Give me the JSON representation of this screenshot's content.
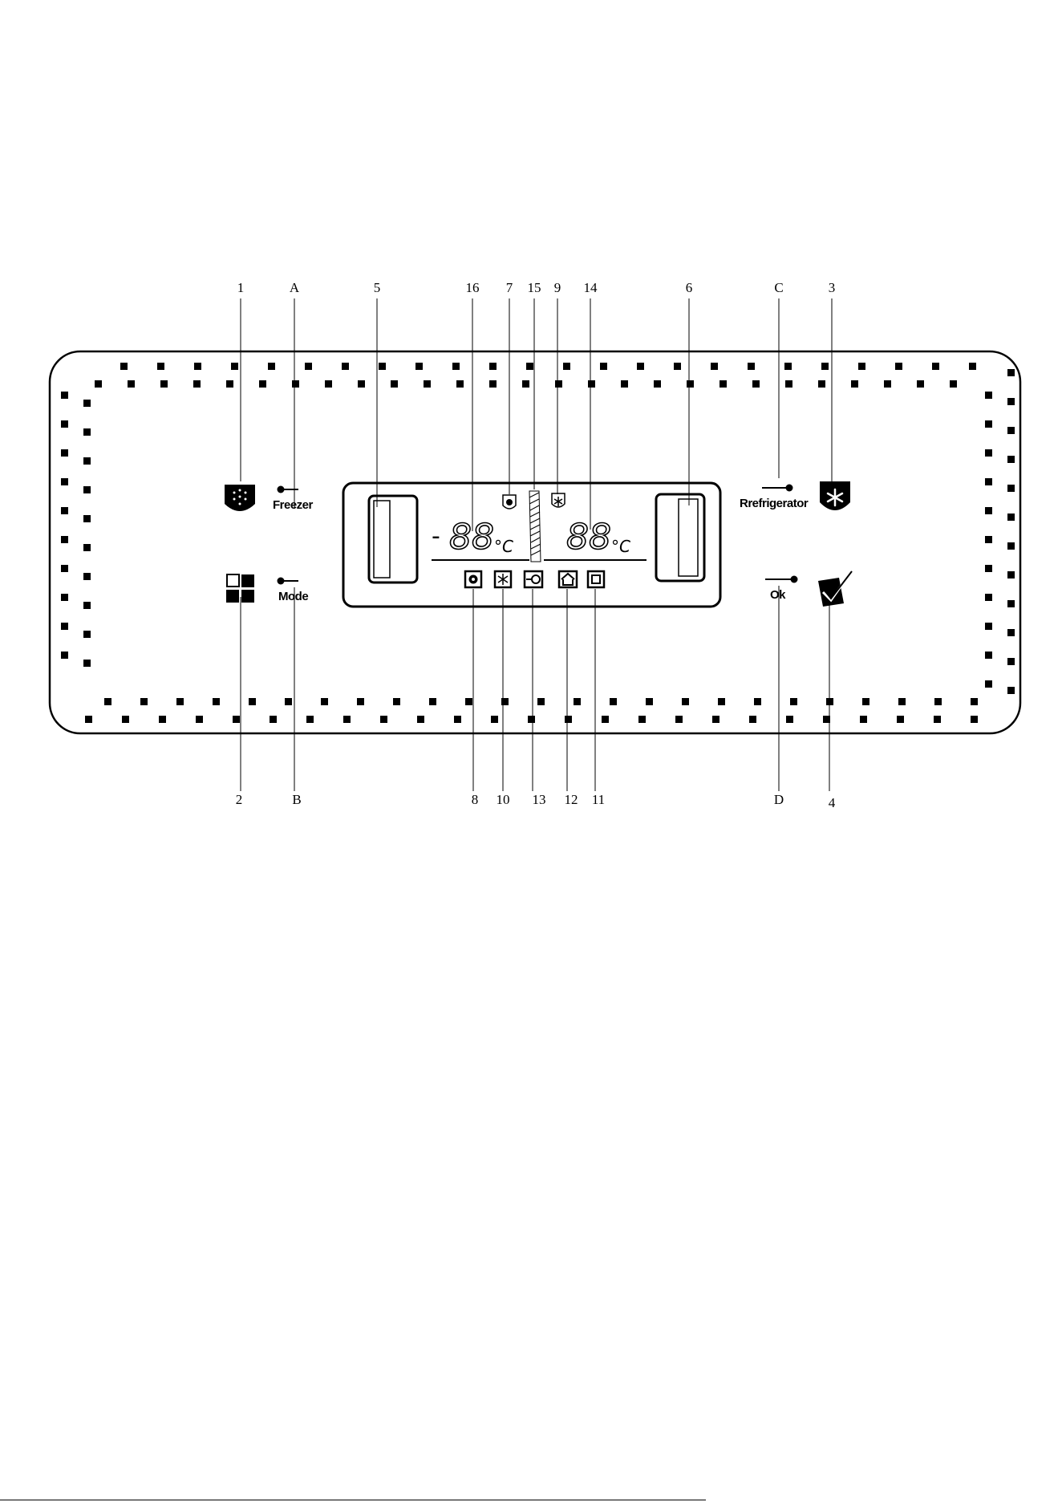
{
  "callouts_top": [
    "1",
    "A",
    "5",
    "16",
    "7",
    "15",
    "9",
    "14",
    "6",
    "C",
    "3"
  ],
  "callouts_bottom": [
    "2",
    "B",
    "8",
    "10",
    "13",
    "12",
    "11",
    "D",
    "4"
  ],
  "buttons": {
    "freezer": "Freezer",
    "mode": "Mode",
    "refrigerator": "Rrefrigerator",
    "ok": "Ok"
  },
  "display": {
    "freezer_temp": "88",
    "freezer_sign": "-",
    "fridge_temp": "88",
    "unit": "°C"
  },
  "icons": [
    "freezer-button-icon",
    "mode-button-icon",
    "refrigerator-button-icon",
    "ok-button-icon",
    "freezer-indicator-icon",
    "fridge-indicator-icon",
    "super-freeze-icon",
    "super-cool-icon",
    "holiday-icon",
    "vacation-icon",
    "off-icon"
  ]
}
